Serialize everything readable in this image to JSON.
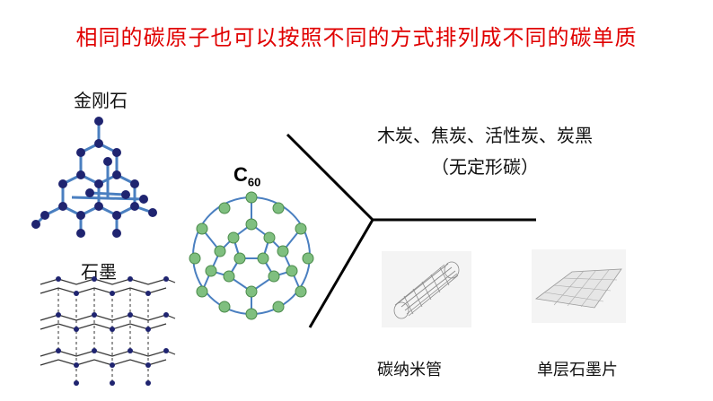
{
  "title": "相同的碳原子也可以按照不同的方式排列成不同的碳单质",
  "diamond": {
    "label": "金刚石"
  },
  "graphite": {
    "label": "石墨"
  },
  "c60": {
    "label_main": "C",
    "label_sub": "60"
  },
  "amorphous": {
    "names": "木炭、焦炭、活性炭、炭黑",
    "note": "（无定形碳）"
  },
  "nanotube": {
    "label": "碳纳米管"
  },
  "graphene": {
    "label": "单层石墨片"
  },
  "colors": {
    "title": "#e00000",
    "atom": "#1f2470",
    "bond": "#4a7fc0",
    "c60_atom": "#7fbf7f"
  }
}
